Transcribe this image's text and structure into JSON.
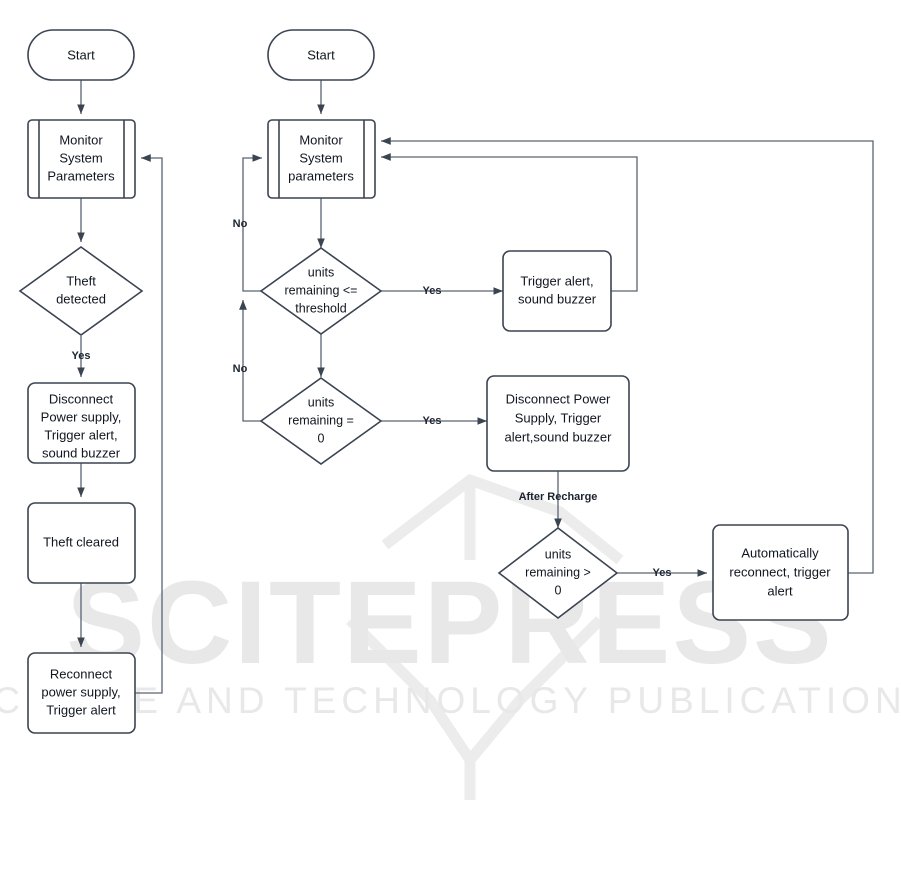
{
  "diagram": {
    "title": "Energy meter theft detection and prepaid unit monitoring flowcharts",
    "background_color": "#ffffff",
    "stroke_color": "#3b4451",
    "line_color": "#5a6472",
    "text_color": "#10161f"
  },
  "watermark": {
    "main": "SCITEPRESS",
    "sub": "SCIENCE AND TECHNOLOGY PUBLICATIONS",
    "color": "#e8e8e8"
  },
  "left_flow": {
    "name": "theft-detection-flow",
    "nodes": [
      {
        "id": "l-start",
        "type": "terminator",
        "label": "Start"
      },
      {
        "id": "l-monitor",
        "type": "predefined-process",
        "label_lines": [
          "Monitor",
          "System",
          "Parameters"
        ]
      },
      {
        "id": "l-theft",
        "type": "decision",
        "label_lines": [
          "Theft",
          "detected"
        ]
      },
      {
        "id": "l-disconnect",
        "type": "process",
        "label_lines": [
          "Disconnect",
          "Power supply,",
          "Trigger alert,",
          "sound buzzer"
        ]
      },
      {
        "id": "l-cleared",
        "type": "process",
        "label_lines": [
          "Theft cleared"
        ]
      },
      {
        "id": "l-reconnect",
        "type": "process",
        "label_lines": [
          "Reconnect",
          "power supply,",
          "Trigger alert"
        ]
      }
    ],
    "edges": [
      {
        "from": "l-start",
        "to": "l-monitor",
        "label": ""
      },
      {
        "from": "l-monitor",
        "to": "l-theft",
        "label": ""
      },
      {
        "from": "l-theft",
        "to": "l-disconnect",
        "label": "Yes"
      },
      {
        "from": "l-disconnect",
        "to": "l-cleared",
        "label": ""
      },
      {
        "from": "l-cleared",
        "to": "l-reconnect",
        "label": ""
      },
      {
        "from": "l-reconnect",
        "to": "l-monitor",
        "label": ""
      }
    ]
  },
  "right_flow": {
    "name": "prepaid-units-flow",
    "nodes": [
      {
        "id": "r-start",
        "type": "terminator",
        "label": "Start"
      },
      {
        "id": "r-monitor",
        "type": "predefined-process",
        "label_lines": [
          "Monitor",
          "System",
          "parameters"
        ]
      },
      {
        "id": "r-threshold",
        "type": "decision",
        "label_lines": [
          "units",
          "remaining <=",
          "threshold"
        ]
      },
      {
        "id": "r-alert",
        "type": "process",
        "label_lines": [
          "Trigger alert,",
          "sound buzzer"
        ]
      },
      {
        "id": "r-zero",
        "type": "decision",
        "label_lines": [
          "units",
          "remaining =",
          "0"
        ]
      },
      {
        "id": "r-disconnect",
        "type": "process",
        "label_lines": [
          "Disconnect Power",
          "Supply, Trigger",
          "alert,sound buzzer"
        ]
      },
      {
        "id": "r-gtzero",
        "type": "decision",
        "label_lines": [
          "units",
          "remaining >",
          "0"
        ]
      },
      {
        "id": "r-reconnect",
        "type": "process",
        "label_lines": [
          "Automatically",
          "reconnect, trigger",
          "alert"
        ]
      }
    ],
    "edges": [
      {
        "from": "r-start",
        "to": "r-monitor",
        "label": ""
      },
      {
        "from": "r-monitor",
        "to": "r-threshold",
        "label": ""
      },
      {
        "from": "r-threshold",
        "to": "r-alert",
        "label": "Yes"
      },
      {
        "from": "r-threshold",
        "to": "r-monitor",
        "label": "No"
      },
      {
        "from": "r-threshold",
        "to": "r-zero",
        "label": ""
      },
      {
        "from": "r-zero",
        "to": "r-disconnect",
        "label": "Yes"
      },
      {
        "from": "r-zero",
        "to": "r-monitor",
        "label": "No"
      },
      {
        "from": "r-disconnect",
        "to": "r-gtzero",
        "label": "After Recharge"
      },
      {
        "from": "r-gtzero",
        "to": "r-reconnect",
        "label": "Yes"
      },
      {
        "from": "r-alert",
        "to": "r-monitor",
        "label": ""
      },
      {
        "from": "r-reconnect",
        "to": "r-monitor",
        "label": ""
      }
    ]
  },
  "labels": {
    "yes": "Yes",
    "no": "No",
    "after_recharge": "After Recharge"
  }
}
